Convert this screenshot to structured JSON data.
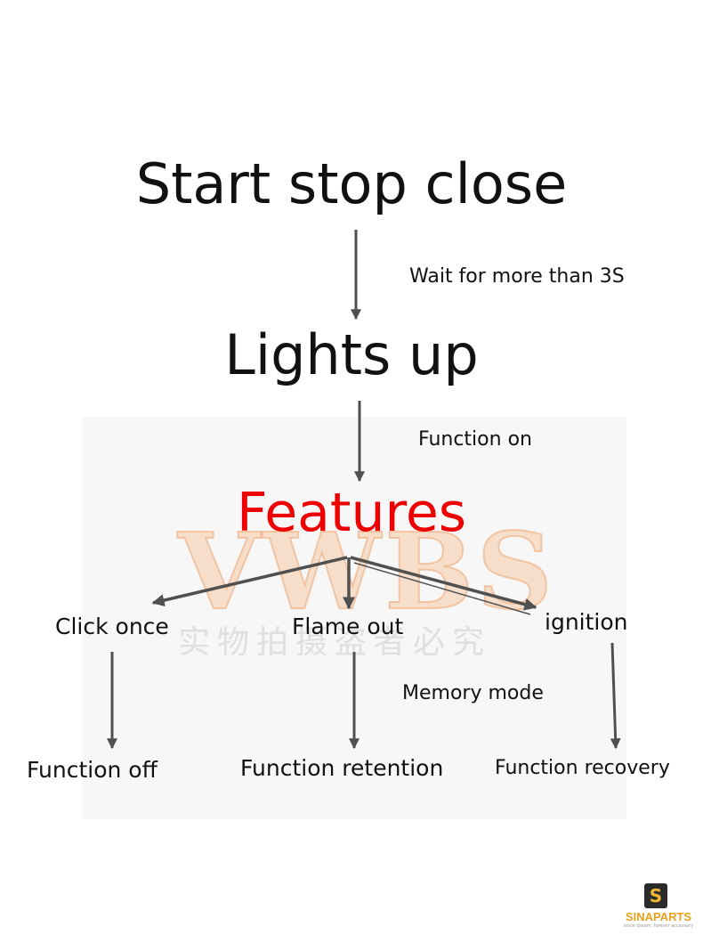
{
  "flow": {
    "step1": "Start stop close",
    "note1": "Wait for more than 3S",
    "step2": "Lights up",
    "note2": "Function on",
    "step3": "Features",
    "branches": {
      "left": "Click once",
      "center": "Flame out",
      "right": "ignition"
    },
    "note3": "Memory mode",
    "outcomes": {
      "left": "Function off",
      "center": "Function retention",
      "right": "Function recovery"
    }
  },
  "watermark": {
    "brand": "VWBS",
    "chinese": "实物拍摄盗者必究"
  },
  "logo": {
    "name": "SINAPARTS",
    "tagline": "since dream. forever accessory",
    "icon": "s-icon"
  },
  "colors": {
    "features_text": "#ee0000",
    "arrow": "#505050",
    "logo_accent": "#e8a21c"
  }
}
